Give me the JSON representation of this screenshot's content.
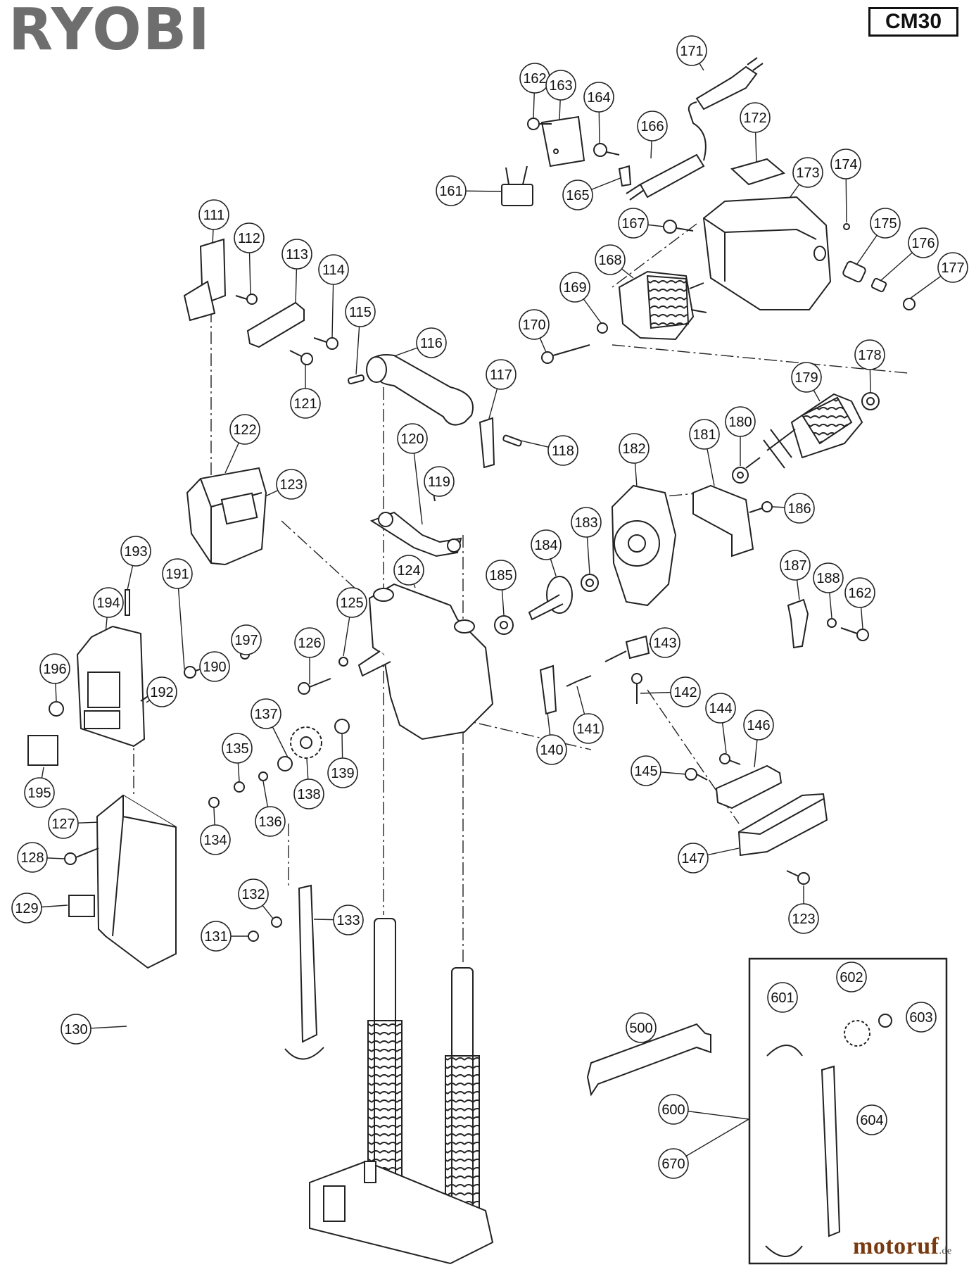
{
  "header": {
    "brand": "RYOBI",
    "model": "CM30"
  },
  "watermark": {
    "name": "motoruf",
    "tld": ".de"
  },
  "labels": [
    "161",
    "162",
    "163",
    "164",
    "165",
    "166",
    "167",
    "168",
    "169",
    "170",
    "171",
    "172",
    "173",
    "174",
    "175",
    "176",
    "177",
    "178",
    "179",
    "180",
    "181",
    "182",
    "183",
    "184",
    "185",
    "186",
    "187",
    "188",
    "162",
    "111",
    "112",
    "113",
    "114",
    "115",
    "116",
    "117",
    "118",
    "119",
    "120",
    "121",
    "122",
    "123",
    "124",
    "125",
    "126",
    "140",
    "141",
    "142",
    "143",
    "144",
    "145",
    "146",
    "147",
    "123",
    "190",
    "191",
    "192",
    "193",
    "194",
    "195",
    "196",
    "197",
    "127",
    "128",
    "129",
    "130",
    "131",
    "132",
    "133",
    "134",
    "135",
    "136",
    "137",
    "138",
    "139",
    "500",
    "600",
    "670",
    "601",
    "602",
    "603",
    "604"
  ]
}
